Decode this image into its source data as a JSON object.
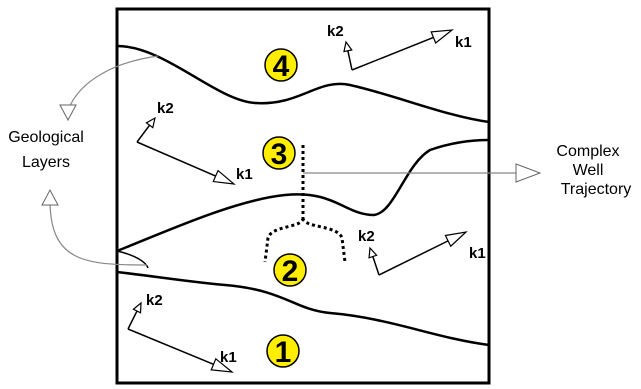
{
  "left_label": [
    "Geological",
    "Layers"
  ],
  "right_label": [
    "Complex",
    "Well",
    "Trajectory"
  ],
  "layers": [
    {
      "number": "4"
    },
    {
      "number": "3"
    },
    {
      "number": "2"
    },
    {
      "number": "1"
    }
  ],
  "axes": [
    {
      "k1": "k1",
      "k2": "k2"
    },
    {
      "k1": "k1",
      "k2": "k2"
    },
    {
      "k1": "k1",
      "k2": "k2"
    },
    {
      "k1": "k1",
      "k2": "k2"
    }
  ],
  "colors": {
    "badge_fill": "#ffee00",
    "line": "#000000",
    "connector": "#888888"
  }
}
